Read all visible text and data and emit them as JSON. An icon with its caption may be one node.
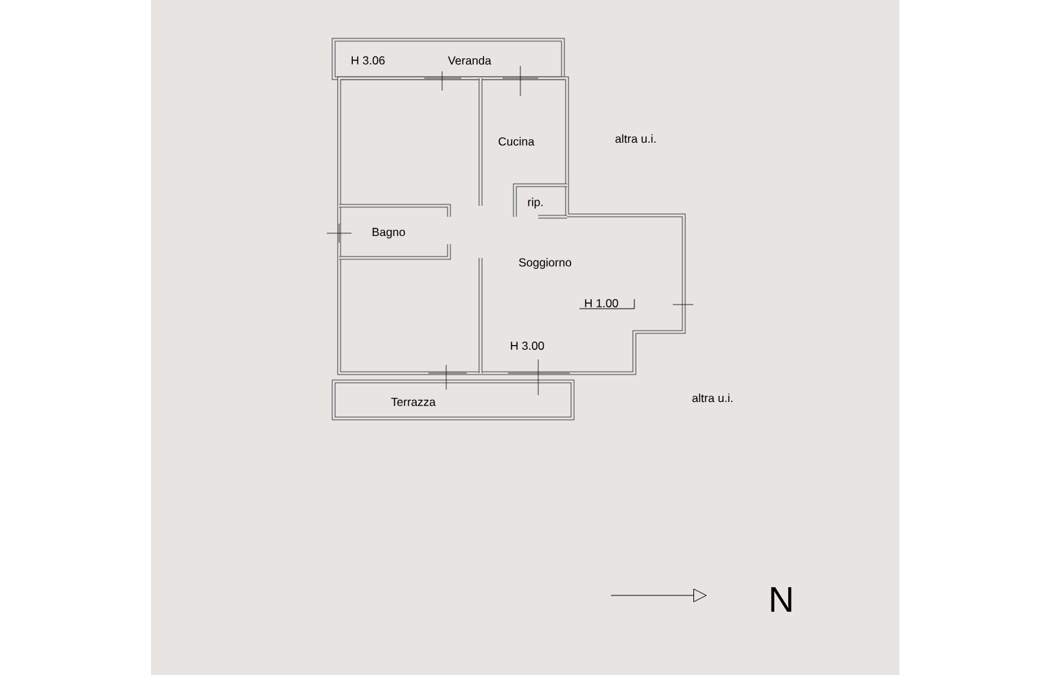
{
  "diagram": {
    "labels": [
      "H 3.06",
      "Veranda",
      "Cucina",
      "altra u.i.",
      "rip.",
      "Bagno",
      "Soggiorno",
      "H 1.00",
      "H 3.00",
      "Terrazza",
      "altra u.i.",
      "N"
    ]
  }
}
